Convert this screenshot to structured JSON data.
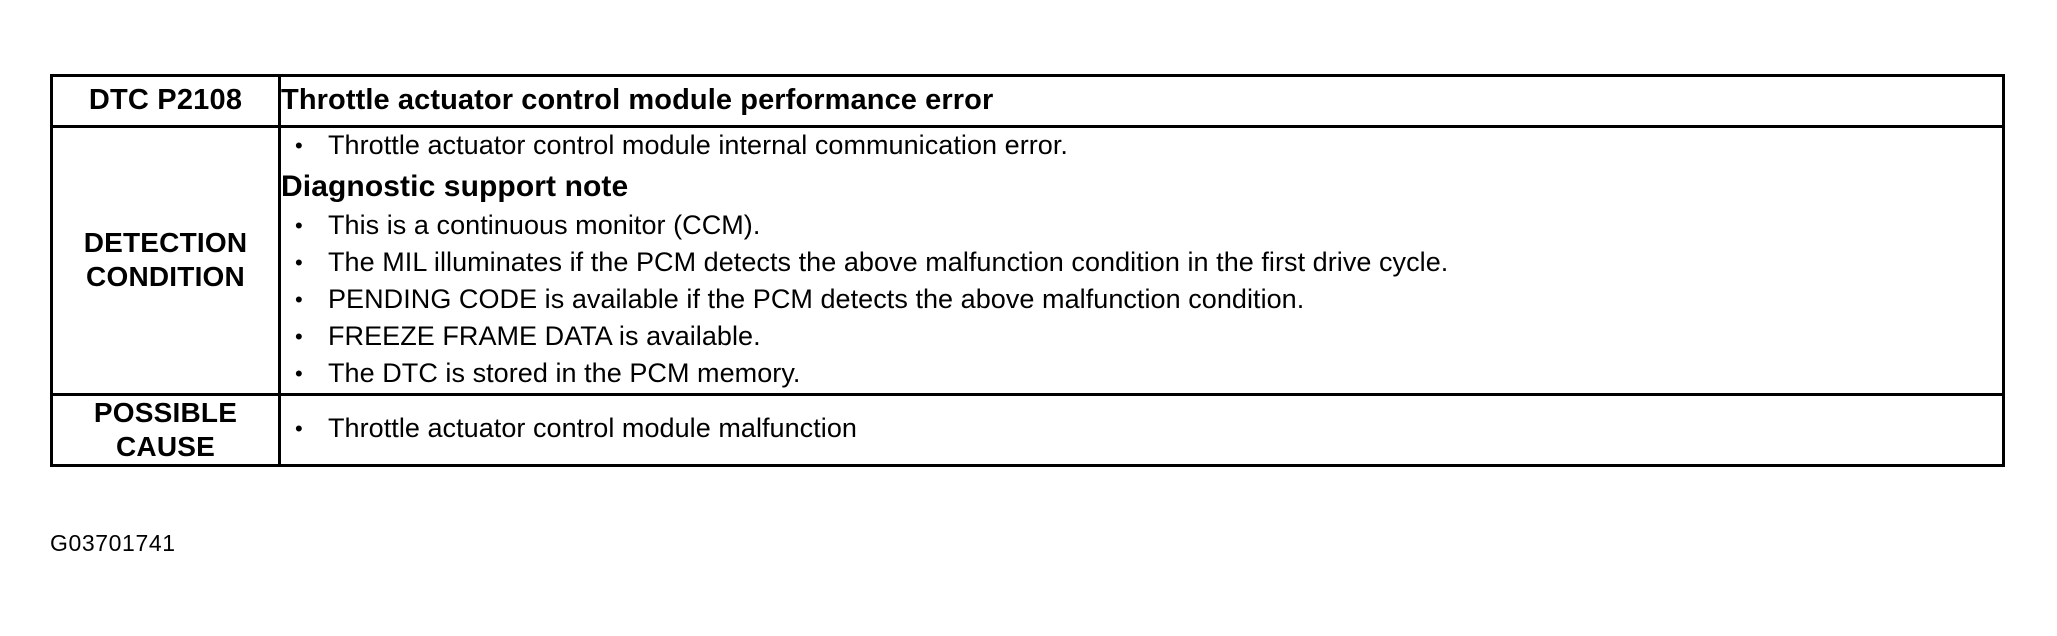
{
  "document": {
    "figure_id": "G03701741",
    "bullet_glyph": "•"
  },
  "table": {
    "header": {
      "code": "DTC P2108",
      "title": "Throttle actuator control module performance error"
    },
    "rows": [
      {
        "label_lines": [
          "DETECTION",
          "CONDITION"
        ],
        "lead_bullets": [
          "Throttle actuator control module internal communication error."
        ],
        "sub_heading": "Diagnostic support note",
        "bullets": [
          "This is a continuous monitor (CCM).",
          "The MIL illuminates if the PCM detects the above malfunction condition in the first drive cycle.",
          "PENDING CODE is available if the PCM detects the above malfunction condition.",
          "FREEZE FRAME DATA is available.",
          "The DTC is stored in the PCM memory."
        ]
      },
      {
        "label_lines": [
          "POSSIBLE",
          "CAUSE"
        ],
        "lead_bullets": [],
        "sub_heading": "",
        "bullets": [
          "Throttle actuator control module malfunction"
        ]
      }
    ]
  }
}
